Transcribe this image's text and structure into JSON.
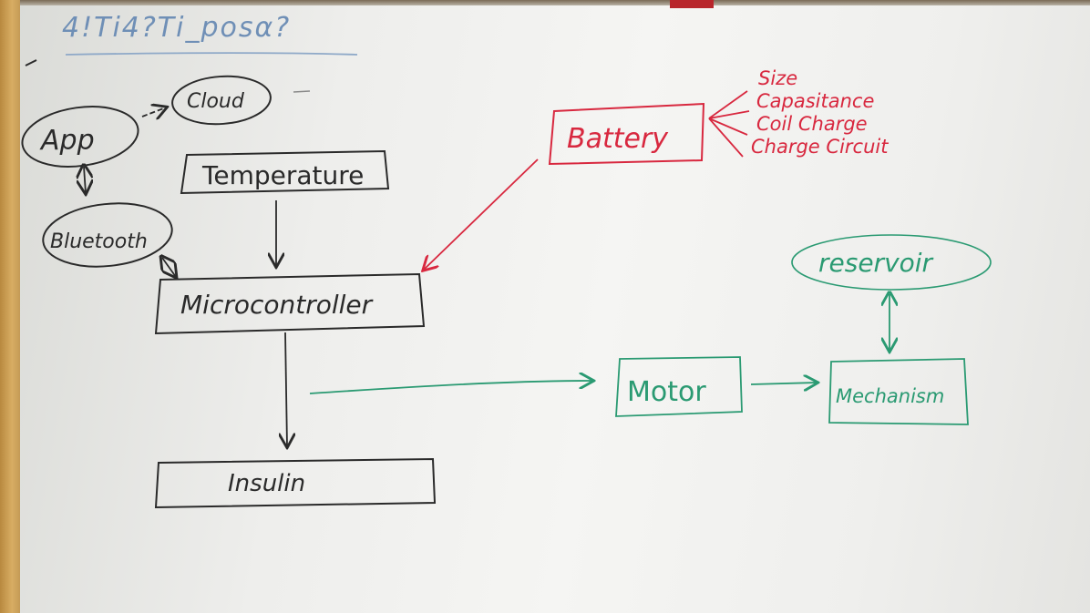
{
  "header": {
    "scribble": "4!Ti4?Ti_posα?"
  },
  "nodes": {
    "app": "App",
    "cloud": "Cloud",
    "bluetooth": "Bluetooth",
    "temperature": "Temperature",
    "microcontroller": "Microcontroller",
    "insulin": "Insulin",
    "battery": "Battery",
    "motor": "Motor",
    "mechanism": "Mechanism",
    "reservoir": "reservoir"
  },
  "battery_factors": [
    "Size",
    "Capasitance",
    "Coil Charge",
    "Charge Circuit"
  ],
  "ink_colors": {
    "black": "#2a2a2a",
    "red": "#d8283f",
    "green": "#2a9a72",
    "blue": "#6f8fb6"
  }
}
